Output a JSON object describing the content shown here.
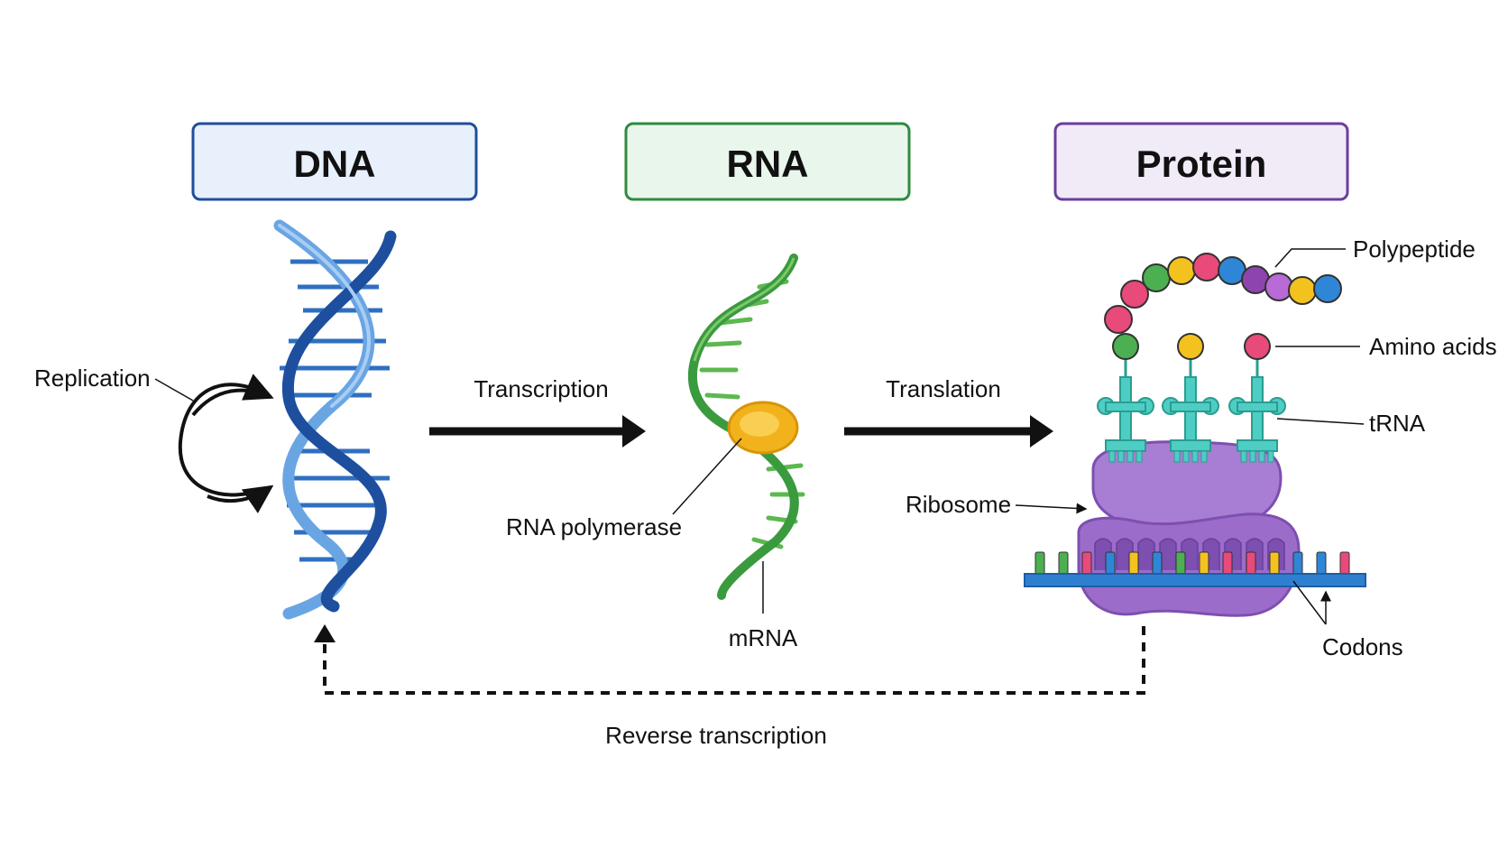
{
  "headers": {
    "dna": "DNA",
    "rna": "RNA",
    "protein": "Protein"
  },
  "labels": {
    "replication": "Replication",
    "transcription": "Transcription",
    "translation": "Translation",
    "rna_polymerase": "RNA polymerase",
    "mrna": "mRNA",
    "polypeptide": "Polypeptide",
    "amino_acids": "Amino acids",
    "trna": "tRNA",
    "ribosome": "Ribosome",
    "codons": "Codons",
    "reverse_transcription": "Reverse transcription"
  },
  "colors": {
    "dna_box_fill": "#e8f0fb",
    "dna_box_stroke": "#1f4e9c",
    "rna_box_fill": "#e9f6ec",
    "rna_box_stroke": "#2e8b3e",
    "protein_box_fill": "#f1ebf8",
    "protein_box_stroke": "#6a3e9c",
    "dna_dark": "#1d4f9e",
    "dna_light": "#6aa5e3",
    "rna_green": "#3a9a3e",
    "rna_light": "#7cc96b",
    "polymerase": "#f2b21c",
    "ribosome": "#9b6cc9",
    "ribosome_dark": "#7d4fb0",
    "trna": "#4ecdc4",
    "codon_strip": "#2f7fd0",
    "amino_acid_palette": [
      "#e84a7a",
      "#4caf50",
      "#f4c21f",
      "#2f86d6",
      "#8e44ad"
    ]
  }
}
